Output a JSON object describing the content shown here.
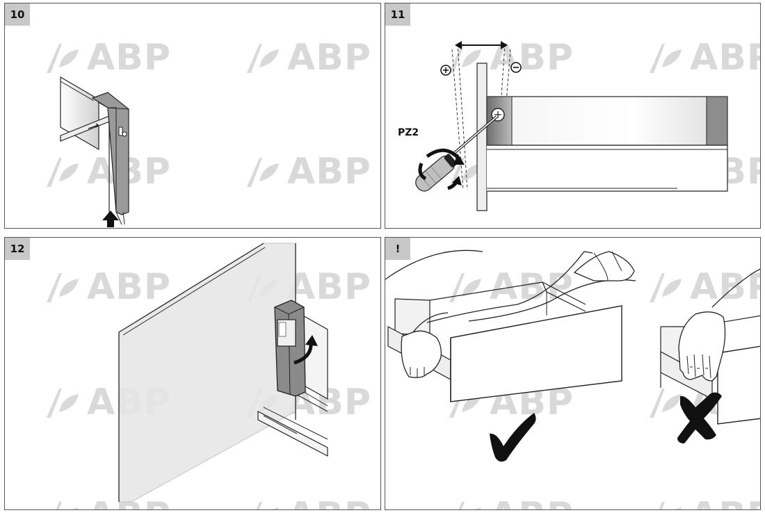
{
  "panels": [
    {
      "id": "10",
      "label": "10"
    },
    {
      "id": "11",
      "label": "11",
      "tool_label": "PZ2"
    },
    {
      "id": "12",
      "label": "12"
    },
    {
      "id": "note",
      "label": "!"
    }
  ],
  "watermark": {
    "text": "ABP",
    "icon": "leaf-logo-icon",
    "color": "#d9d9d9"
  },
  "icons": {
    "up_arrow": "up-arrow-icon",
    "plus": "plus-circle-icon",
    "minus": "minus-circle-icon",
    "rotate": "rotate-arrow-icon",
    "check": "check-mark-icon",
    "cross": "cross-mark-icon"
  }
}
